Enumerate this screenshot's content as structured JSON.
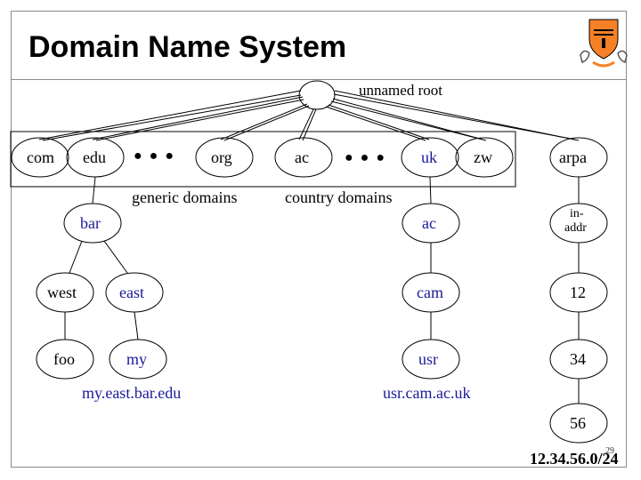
{
  "title": "Domain Name System",
  "slide_number": "29",
  "colors": {
    "text": "#000000",
    "blue": "#1a1a9a",
    "orange": "#f58025",
    "frame": "#8a8a8a"
  },
  "root": {
    "label": "unnamed root"
  },
  "top_level": {
    "com": "com",
    "edu": "edu",
    "org": "org",
    "ac": "ac",
    "uk": "uk",
    "zw": "zw",
    "arpa": "arpa",
    "ellipsis_generic": "● ● ●",
    "ellipsis_country": "● ● ●"
  },
  "groups": {
    "generic": "generic domains",
    "country": "country domains"
  },
  "left_tree": {
    "bar": "bar",
    "west": "west",
    "east": "east",
    "foo": "foo",
    "my": "my",
    "fqdn": "my.east.bar.edu"
  },
  "middle_tree": {
    "ac": "ac",
    "cam": "cam",
    "usr": "usr",
    "fqdn": "usr.cam.ac.uk"
  },
  "right_tree": {
    "in_addr_line1": "in-",
    "in_addr_line2": "addr",
    "n12": "12",
    "n34": "34",
    "n56": "56",
    "ip": "12.34.56.0/24"
  }
}
